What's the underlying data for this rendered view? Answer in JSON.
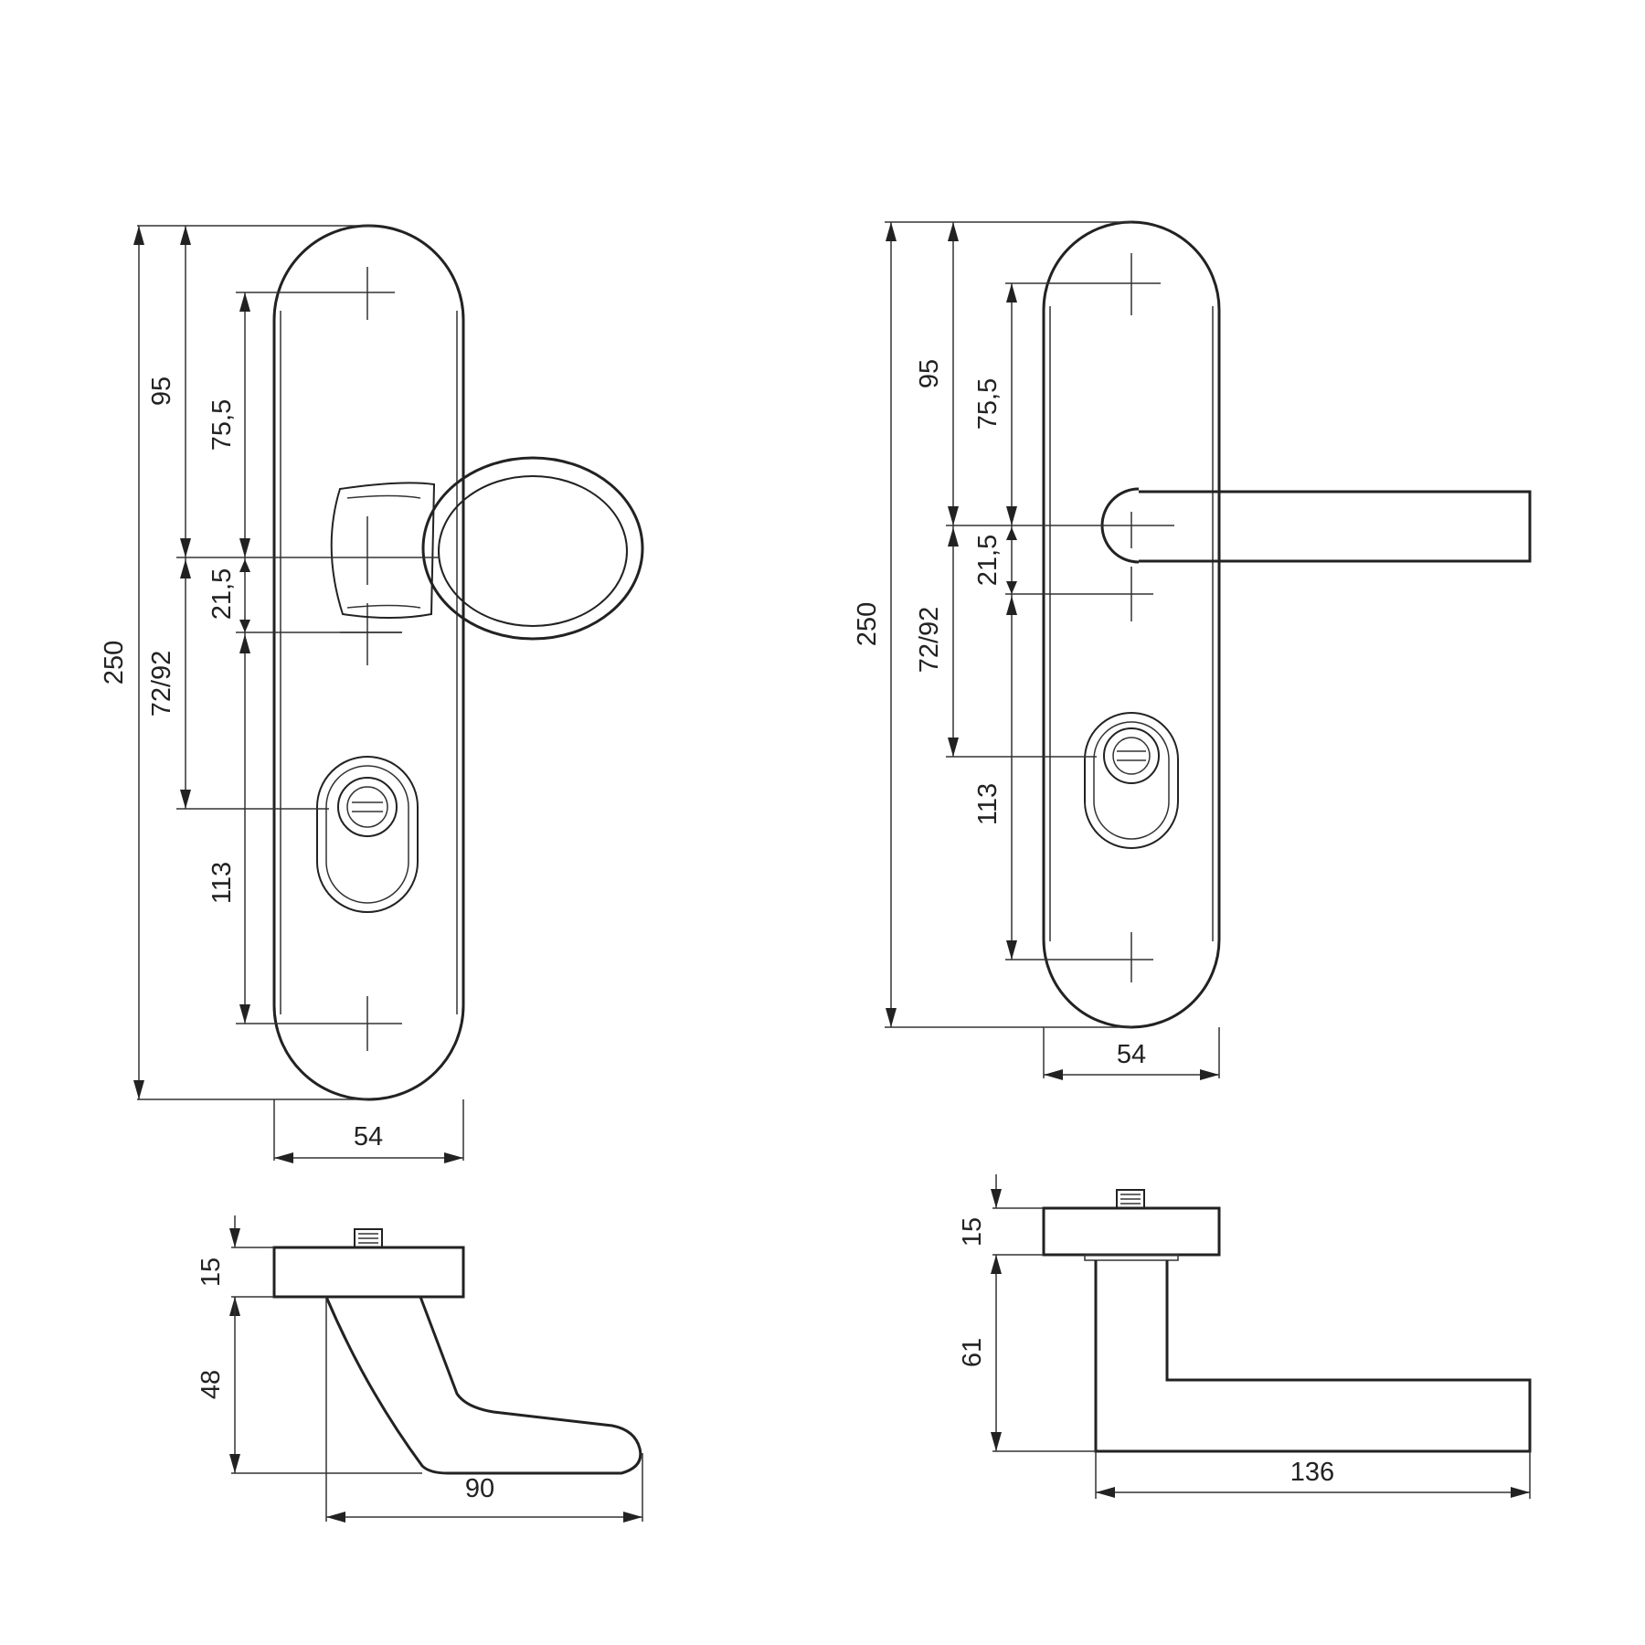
{
  "knob_set": {
    "front": {
      "dim_total_height": "250",
      "dim_top_to_spindle": "95",
      "dim_screw_to_spindle": "75,5",
      "dim_spindle_to_screw": "21,5",
      "dim_backset": "72/92",
      "dim_screw_spacing": "113",
      "dim_width": "54"
    },
    "side": {
      "dim_plate_depth": "15",
      "dim_knob_projection": "48",
      "dim_knob_length": "90"
    }
  },
  "lever_set": {
    "front": {
      "dim_total_height": "250",
      "dim_top_to_spindle": "95",
      "dim_screw_to_spindle": "75,5",
      "dim_spindle_to_screw": "21,5",
      "dim_backset": "72/92",
      "dim_screw_spacing": "113",
      "dim_width": "54"
    },
    "side": {
      "dim_plate_depth": "15",
      "dim_lever_projection": "61",
      "dim_lever_length": "136"
    }
  }
}
